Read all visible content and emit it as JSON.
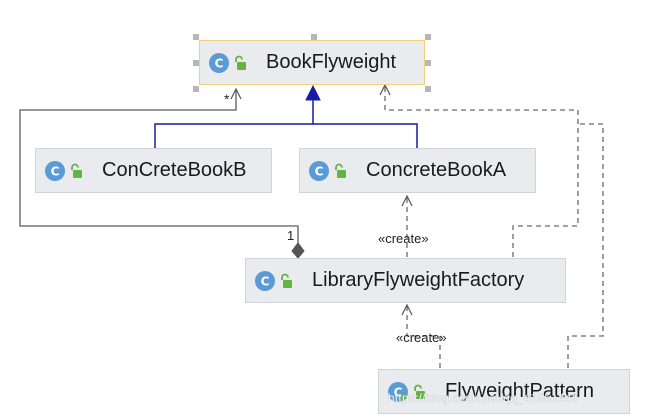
{
  "classes": {
    "book_flyweight": {
      "name": "BookFlyweight",
      "icon": "class-c-icon",
      "visibility": "public"
    },
    "concrete_book_b": {
      "name": "ConCreteBookB",
      "icon": "class-c-icon",
      "visibility": "public"
    },
    "concrete_book_a": {
      "name": "ConcreteBookA",
      "icon": "class-c-icon",
      "visibility": "public"
    },
    "factory": {
      "name": "LibraryFlyweightFactory",
      "icon": "class-c-icon",
      "visibility": "public"
    },
    "pattern": {
      "name": "FlyweightPattern",
      "icon": "runnable-class-icon",
      "visibility": "public"
    }
  },
  "relations": {
    "aggregation_multiplicity_target": "*",
    "aggregation_multiplicity_source": "1",
    "create_label_a": "«create»",
    "create_label_factory": "«create»"
  },
  "watermark": "https://blog.csdn.net/qq_41551445",
  "colors": {
    "inheritance": "#1a1aa6",
    "association": "#5c5c5c",
    "dependency": "#6a6a6a",
    "class_fill": "#e9ebef",
    "icon_blue": "#5b9bd5",
    "lock_green": "#62b543"
  }
}
